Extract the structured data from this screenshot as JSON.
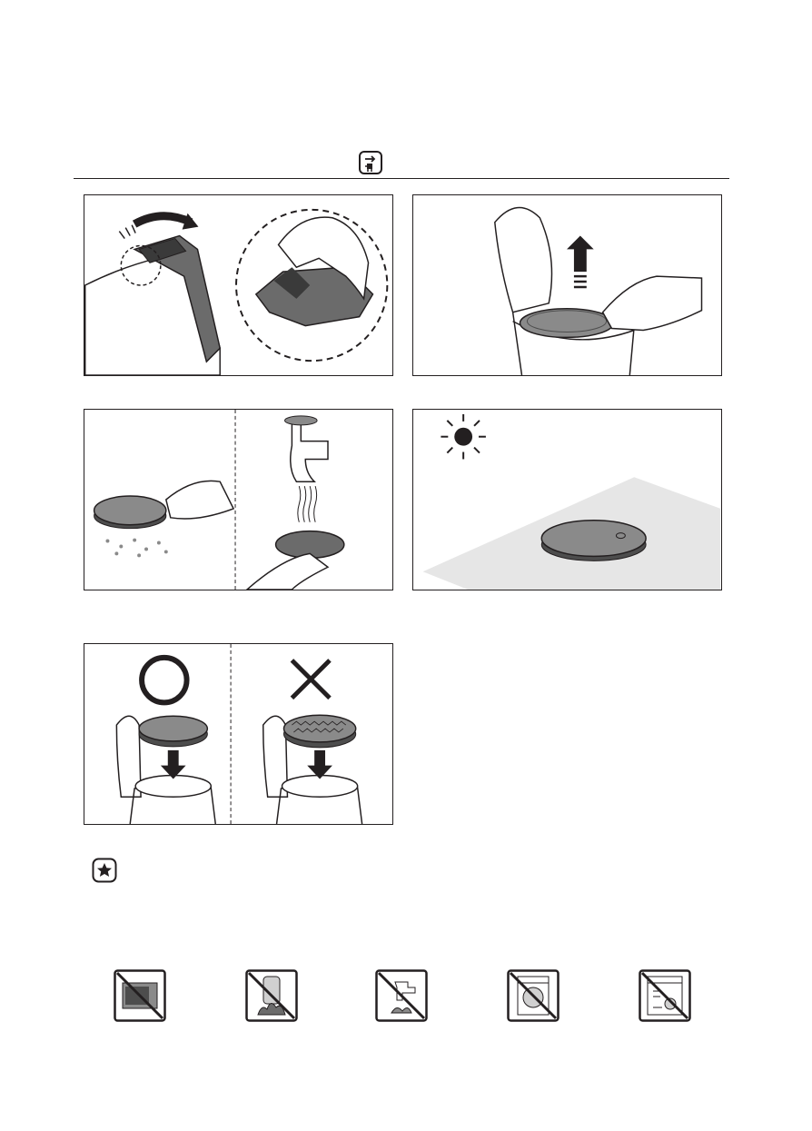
{
  "header": {
    "icon": "unplug-icon"
  },
  "panels": [
    {
      "name": "remove-dust-bin-panel",
      "icons": [
        "rotate-arrow-icon"
      ]
    },
    {
      "name": "lift-filter-panel",
      "icons": [
        "up-arrow-icon"
      ]
    },
    {
      "name": "wash-filter-panel",
      "icons": [
        "tap-icon"
      ]
    },
    {
      "name": "dry-filter-panel",
      "icons": [
        "sun-icon"
      ]
    },
    {
      "name": "reinsert-filter-panel",
      "icons": [
        "correct-circle-icon",
        "wrong-x-icon"
      ]
    }
  ],
  "note": {
    "icon": "star-icon"
  },
  "prohibitions": [
    {
      "name": "no-oven-icon"
    },
    {
      "name": "no-fire-icon"
    },
    {
      "name": "no-hot-water-icon"
    },
    {
      "name": "no-washing-machine-icon"
    },
    {
      "name": "no-dishwasher-icon"
    }
  ],
  "colors": {
    "ink": "#231f20",
    "filter": "#8a8a8a",
    "filter_dark": "#4d4d4d",
    "floor": "#e6e6e6"
  }
}
